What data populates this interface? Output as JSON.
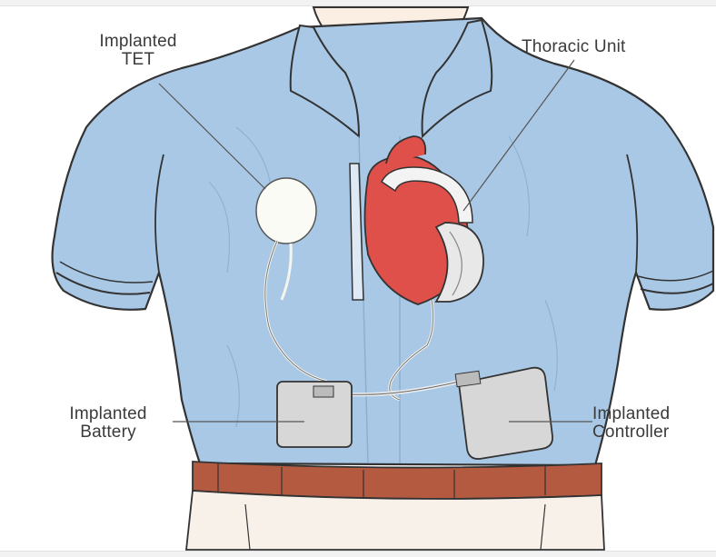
{
  "labels": {
    "tet": {
      "line1": "Implanted",
      "line2": "TET"
    },
    "thoracic": {
      "line1": "Thoracic Unit"
    },
    "battery": {
      "line1": "Implanted",
      "line2": "Battery"
    },
    "controller": {
      "line1": "Implanted",
      "line2": "Controller"
    }
  },
  "colors": {
    "shirt": "#a9c8e6",
    "shirt_shadow": "#8fb3d6",
    "skin": "#fbeee3",
    "heart": "#e0504a",
    "belt": "#b35a40",
    "device": "#d7d7d7",
    "outline": "#333333",
    "leader": "#555555"
  }
}
